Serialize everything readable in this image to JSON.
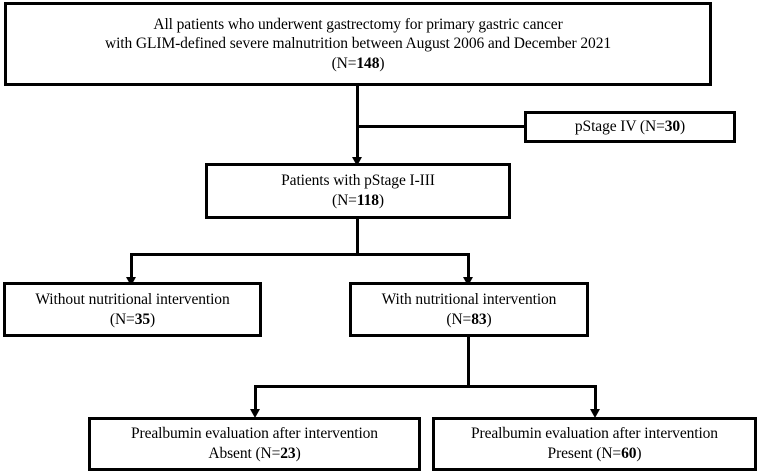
{
  "figure": {
    "type": "flowchart",
    "title": "Patient selection flow diagram",
    "orientation": "top-down",
    "colors": {
      "box_border": "#000000",
      "box_fill": "#ffffff",
      "connector": "#000000",
      "text": "#000000"
    }
  },
  "nodes": {
    "top": {
      "name": "all-patients",
      "line1": "All patients who underwent gastrectomy for primary gastric cancer",
      "line2": "with GLIM-defined severe malnutrition between August 2006 and December 2021",
      "count_prefix": "(N=",
      "count": "148",
      "count_suffix": ")"
    },
    "excluded_stage4": {
      "name": "pstage-iv-excluded",
      "label": "pStage IV (N=",
      "count": "30",
      "label_suffix": ")"
    },
    "stage13": {
      "name": "pstage-i-iii",
      "line1": "Patients with pStage I-III",
      "count_prefix": "(N=",
      "count": "118",
      "count_suffix": ")"
    },
    "without_intervention": {
      "name": "without-nutritional-intervention",
      "line1": "Without nutritional intervention",
      "count_prefix": "(N=",
      "count": "35",
      "count_suffix": ")"
    },
    "with_intervention": {
      "name": "with-nutritional-intervention",
      "line1": "With nutritional intervention",
      "count_prefix": "(N=",
      "count": "83",
      "count_suffix": ")"
    },
    "prealbumin_absent": {
      "name": "prealbumin-absent",
      "line1": "Prealbumin evaluation after intervention",
      "line2_prefix": "Absent (N=",
      "count": "23",
      "line2_suffix": ")"
    },
    "prealbumin_present": {
      "name": "prealbumin-present",
      "line1": "Prealbumin evaluation after intervention",
      "line2_prefix": "Present (N=",
      "count": "60",
      "line2_suffix": ")"
    }
  },
  "edges": [
    {
      "from": "all-patients",
      "to": "pstage-iv-excluded",
      "style": "elbow-right",
      "arrow": false
    },
    {
      "from": "all-patients",
      "to": "pstage-i-iii",
      "style": "straight-down",
      "arrow": true
    },
    {
      "from": "pstage-i-iii",
      "to": "without-nutritional-intervention",
      "style": "split-left",
      "arrow": true
    },
    {
      "from": "pstage-i-iii",
      "to": "with-nutritional-intervention",
      "style": "split-right",
      "arrow": true
    },
    {
      "from": "with-nutritional-intervention",
      "to": "prealbumin-absent",
      "style": "split-left",
      "arrow": true
    },
    {
      "from": "with-nutritional-intervention",
      "to": "prealbumin-present",
      "style": "split-right",
      "arrow": true
    }
  ]
}
